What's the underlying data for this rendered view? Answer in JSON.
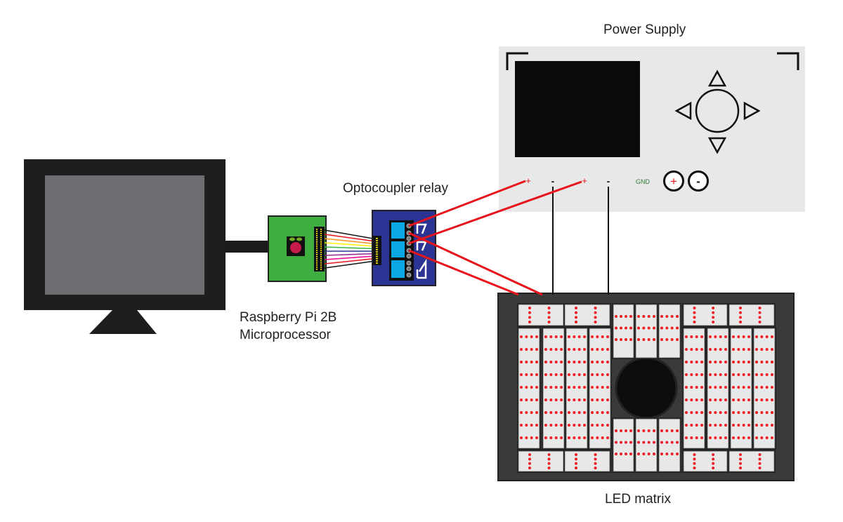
{
  "labels": {
    "power_supply": "Power Supply",
    "relay": "Optocoupler relay",
    "pi_line1": "Raspberry Pi 2B",
    "pi_line2": "Microprocessor",
    "led_matrix": "LED matrix"
  },
  "power_supply_panel": {
    "terminals": [
      "+",
      "-",
      "+",
      "-"
    ],
    "gnd": "GND",
    "plus_button": "+",
    "minus_button": "-",
    "controls": [
      "up-arrow",
      "down-arrow",
      "left-arrow",
      "right-arrow",
      "center-button"
    ]
  },
  "colors": {
    "wire_red": "#e8141c",
    "wire_black": "#111111",
    "pi_board": "#3dae3f",
    "relay_board": "#2b3393",
    "relay_module": "#0aa7e6",
    "panel": "#e8e8e8",
    "matrix_frame": "#3a3a3a",
    "led": "#ee1c24",
    "ribbon": [
      "#111111",
      "#e8141c",
      "#f7941d",
      "#fff200",
      "#39b54a",
      "#2e3192",
      "#92278f",
      "#ec008c",
      "#e8141c",
      "#111111"
    ]
  }
}
